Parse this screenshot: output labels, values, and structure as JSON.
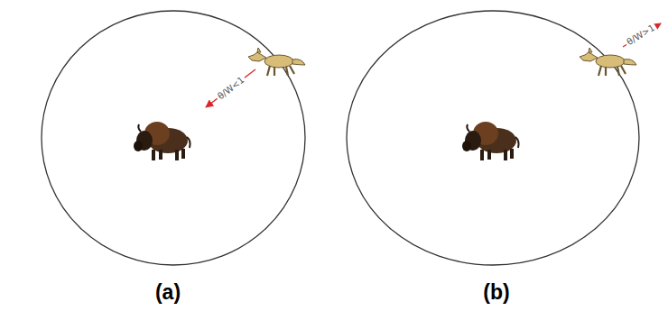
{
  "diagram": {
    "labels": [
      "θ/W<1",
      "θ/W>1",
      "(a)",
      "(b)"
    ]
  }
}
